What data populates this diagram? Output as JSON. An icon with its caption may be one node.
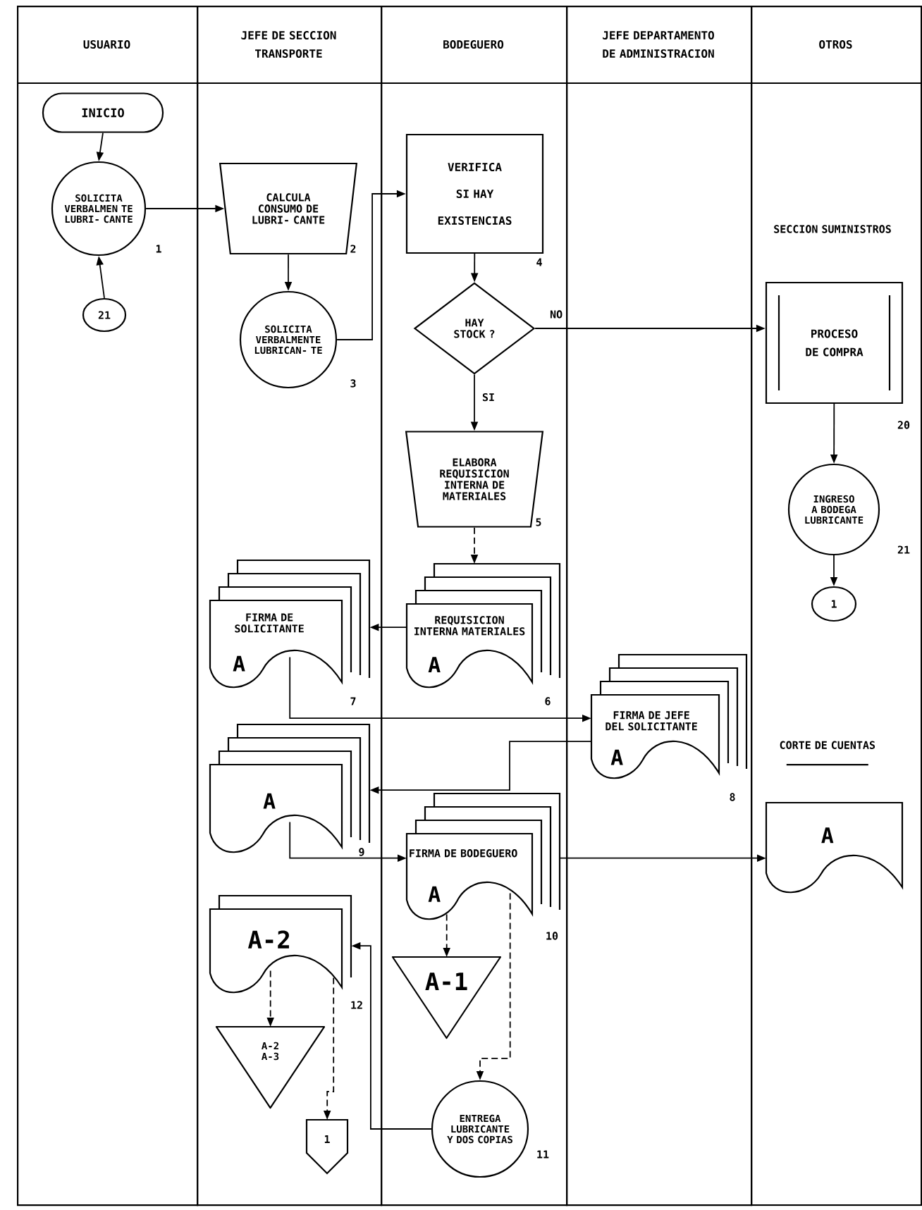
{
  "diagram": {
    "nodes": [
      {
        "text": [
          "USUARIO"
        ]
      },
      {
        "text": [
          "JEFE DE SECCION TRANSPORTE"
        ]
      },
      {
        "text": [
          "BODEGUERO"
        ]
      },
      {
        "text": [
          "JEFE DEPARTAMENTO DE ADMINISTRACION"
        ]
      },
      {
        "text": [
          "OTROS"
        ]
      },
      {
        "text": [
          "INICIO"
        ],
        "in": 0
      },
      {
        "text": [
          "SOLICITA VERBALMEN TE LUBRI- CANTE"
        ],
        "in": 0,
        "beside": [
          "1"
        ]
      },
      {
        "text": [
          "21"
        ],
        "in": 0
      },
      {
        "text": [
          "CALCULA CONSUMO DE LUBRI- CANTE"
        ],
        "in": 1,
        "beside": [
          "2"
        ]
      },
      {
        "text": [
          "SOLICITA VERBALMENTE LUBRICAN- TE"
        ],
        "in": 1,
        "beside": [
          "3"
        ]
      },
      {
        "text": [
          "VERIFICA SI HAY EXISTENCIAS"
        ],
        "in": 2,
        "beside": [
          "4"
        ]
      },
      {
        "text": [
          "HAY STOCK ?"
        ],
        "in": 2
      },
      {
        "text": [
          "ELABORA REQUISICION INTERNA DE MATERIALES"
        ],
        "in": 2,
        "beside": [
          "5"
        ]
      },
      {
        "text": [
          "REQUISICION INTERNA MATERIALES",
          "A"
        ],
        "in": 2,
        "beside": [
          "6"
        ]
      },
      {
        "text": [
          "FIRMA DE SOLICITANTE",
          "A"
        ],
        "in": 1,
        "beside": [
          "7"
        ]
      },
      {
        "text": [
          "FIRMA DE JEFE DEL SOLICITANTE",
          "A"
        ],
        "in": 3,
        "beside": [
          "8"
        ]
      },
      {
        "text": [
          "A"
        ],
        "in": 1,
        "beside": [
          "9"
        ]
      },
      {
        "text": [
          "FIRMA DE BODEGUERO",
          "A"
        ],
        "in": 2,
        "beside": [
          "10"
        ]
      },
      {
        "text": [
          "CORTE DE CUENTAS",
          "A"
        ],
        "in": 4
      },
      {
        "text": [
          "A-2"
        ],
        "in": 1,
        "beside": [
          "12"
        ]
      },
      {
        "text": [
          "A-1"
        ],
        "in": 2
      },
      {
        "text": [
          "A-2 A-3"
        ],
        "in": 1
      },
      {
        "text": [
          "ENTREGA LUBRICANTE Y DOS COPIAS"
        ],
        "in": 2,
        "beside": [
          "11"
        ]
      },
      {
        "text": [
          "1"
        ],
        "in": 1
      },
      {
        "text": [
          "SECCION SUMINISTROS",
          "PROCESO DE COMPRA"
        ],
        "in": 4,
        "beside": [
          "20"
        ]
      },
      {
        "text": [
          "INGRESO A BODEGA LUBRICANTE"
        ],
        "in": 4,
        "beside": [
          "21"
        ]
      },
      {
        "text": [
          "1"
        ],
        "in": 4
      }
    ],
    "edges": [
      {
        "from": 5,
        "to": 6,
        "arrow": "to"
      },
      {
        "from": 7,
        "to": 6,
        "arrow": "to"
      },
      {
        "from": 6,
        "to": 8,
        "arrow": "to"
      },
      {
        "from": 8,
        "to": 9,
        "arrow": "to"
      },
      {
        "from": 9,
        "to": 10,
        "arrow": "to"
      },
      {
        "from": 10,
        "to": 11,
        "arrow": "to"
      },
      {
        "from": 11,
        "to": 24,
        "arrow": "to",
        "label": "NO"
      },
      {
        "from": 11,
        "to": 12,
        "arrow": "to",
        "label": "SI"
      },
      {
        "from": 12,
        "to": 13,
        "arrow": "to",
        "style": "dashed"
      },
      {
        "from": 13,
        "to": 14,
        "arrow": "to"
      },
      {
        "from": 14,
        "to": 15,
        "arrow": "to"
      },
      {
        "from": 15,
        "to": 16,
        "arrow": "to"
      },
      {
        "from": 16,
        "to": 17,
        "arrow": "to"
      },
      {
        "from": 17,
        "to": 18,
        "arrow": "to"
      },
      {
        "from": 17,
        "to": 20,
        "arrow": "to",
        "style": "dashed"
      },
      {
        "from": 17,
        "to": 22,
        "arrow": "to",
        "style": "dashed"
      },
      {
        "from": 22,
        "to": 19,
        "arrow": "to"
      },
      {
        "from": 19,
        "to": 21,
        "arrow": "to",
        "style": "dashed"
      },
      {
        "from": 19,
        "to": 23,
        "arrow": "to",
        "style": "dashed"
      },
      {
        "from": 24,
        "to": 25,
        "arrow": "to"
      },
      {
        "from": 25,
        "to": 26,
        "arrow": "to"
      }
    ]
  }
}
